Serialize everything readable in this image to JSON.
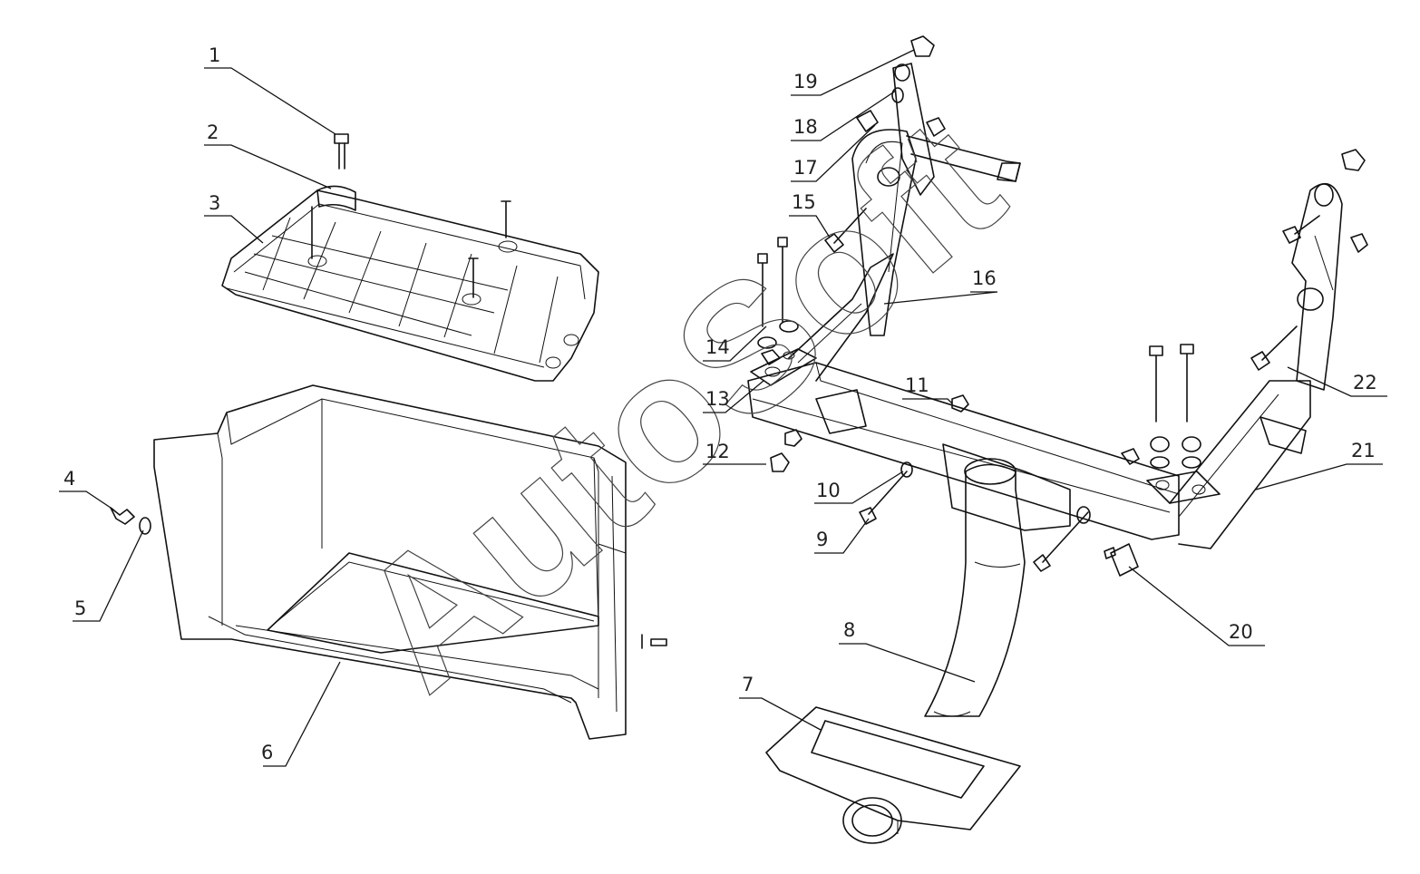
{
  "watermark": "AutoSoft",
  "callouts": [
    "1",
    "2",
    "3",
    "4",
    "5",
    "6",
    "7",
    "8",
    "9",
    "10",
    "11",
    "12",
    "13",
    "14",
    "15",
    "16",
    "17",
    "18",
    "19",
    "20",
    "21",
    "22"
  ],
  "colors": {
    "ink": "#111111",
    "background": "#ffffff"
  }
}
